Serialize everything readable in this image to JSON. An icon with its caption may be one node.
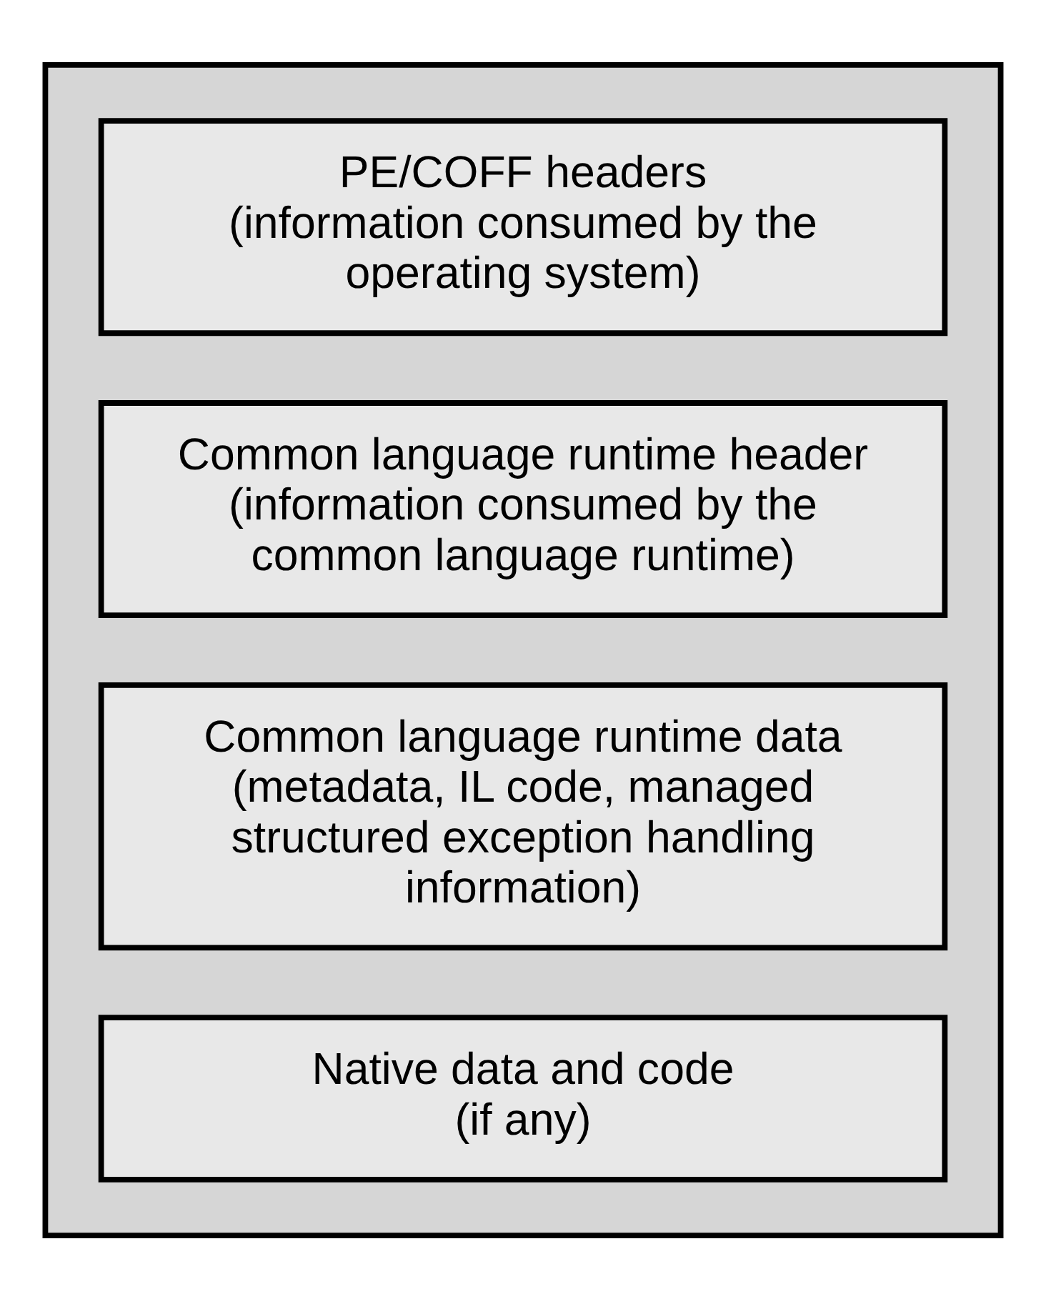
{
  "diagram": {
    "nodes": [
      {
        "text": [],
        "shape": "box"
      },
      {
        "text": [
          "PE/COFF headers",
          "(information consumed by the operating system)"
        ],
        "in": 0
      },
      {
        "text": [
          "Common language runtime header",
          "(information consumed by the common language runtime)"
        ],
        "in": 0
      },
      {
        "text": [
          "Common language runtime data",
          "(metadata, IL code, managed structured exception handling information)"
        ],
        "in": 0
      },
      {
        "text": [
          "Native data and code",
          "(if any)"
        ],
        "in": 0
      }
    ],
    "edges": []
  }
}
